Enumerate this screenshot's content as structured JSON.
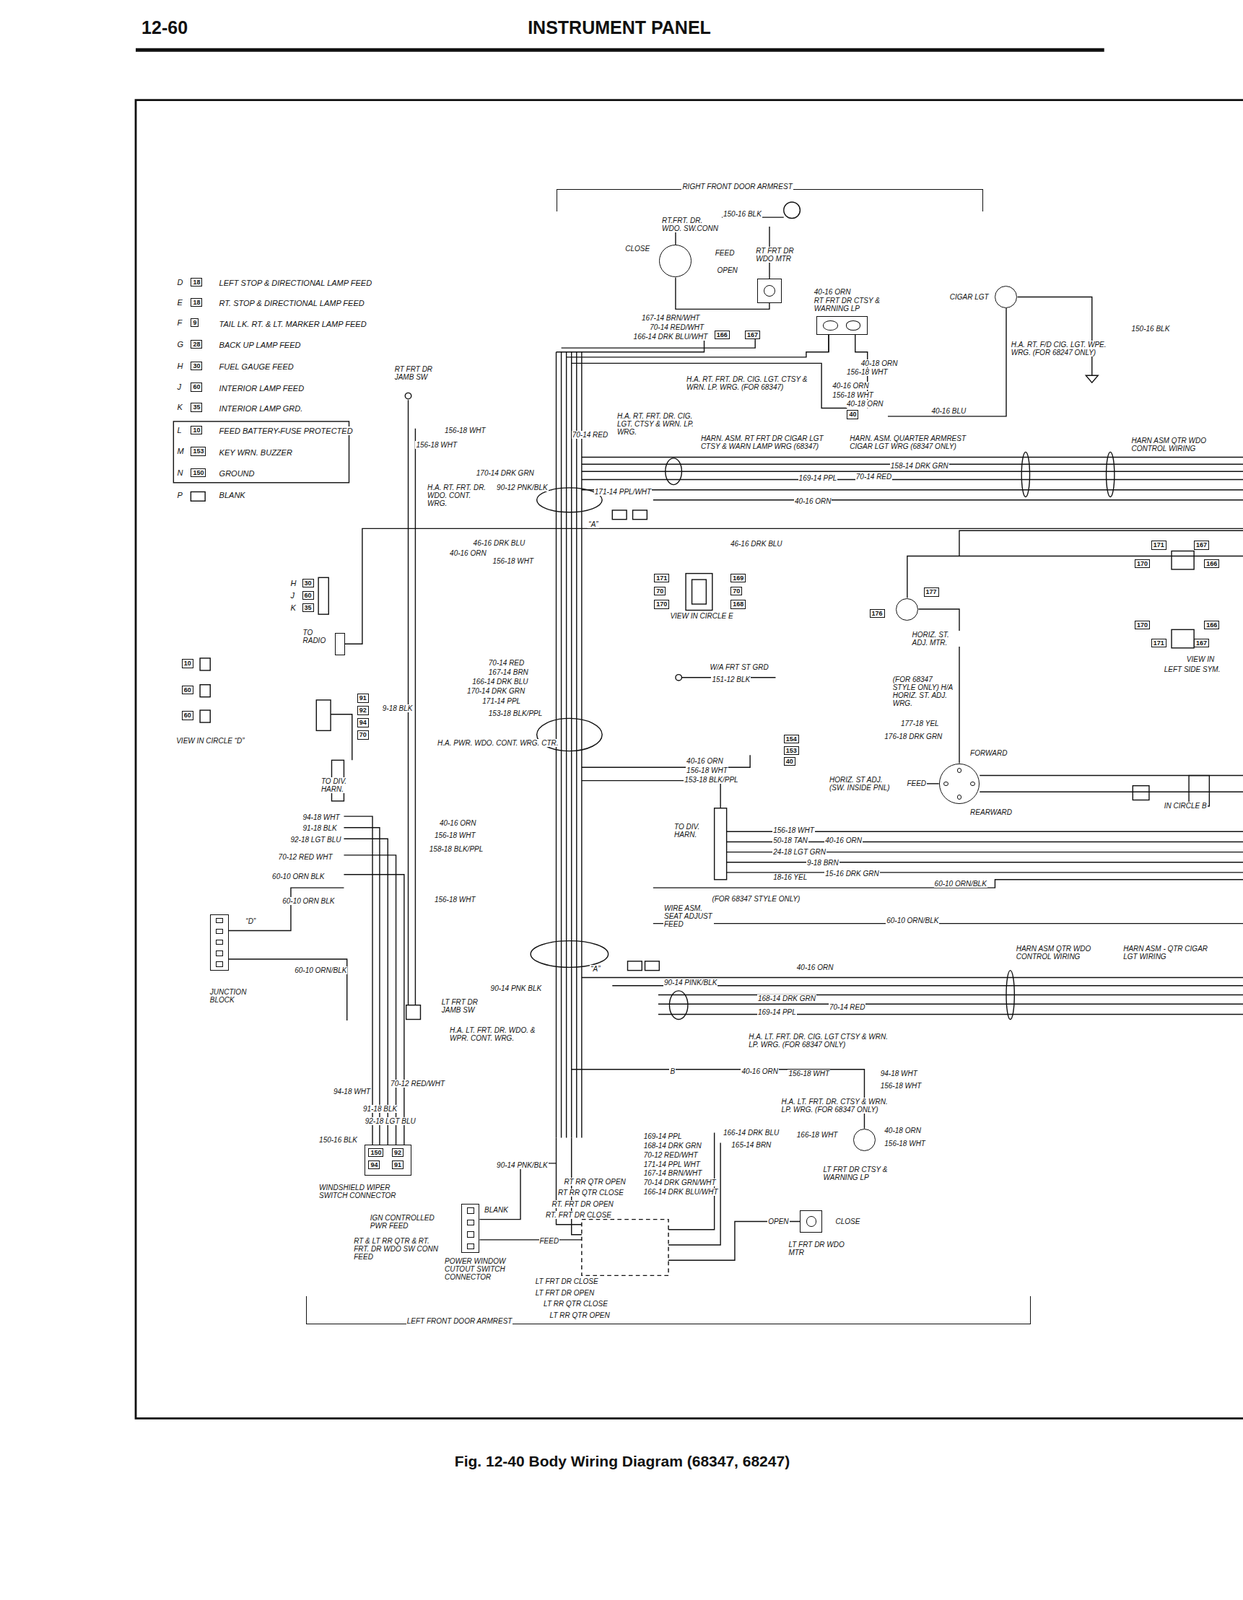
{
  "diagram": {
    "title": "INSTRUMENT PANEL",
    "caption": "Fig. 12-40 Body Wiring Diagram (68347, 68247)",
    "nodes": [
      {
        "text": [
          "RIGHT FRONT DOOR ARMREST"
        ]
      },
      {
        "text": [
          "RT.FRT. DR. WDO. SW.CONN"
        ]
      },
      {
        "text": [
          "RT FRT DR WDO MTR"
        ]
      },
      {
        "text": [
          "RT FRT DR CTSY & WARNING LP"
        ]
      },
      {
        "text": [
          "CIGAR LGT"
        ]
      },
      {
        "text": [
          "TO RADIO"
        ]
      },
      {
        "text": [
          "HORIZ. ST. ADJ. MTR."
        ]
      },
      {
        "text": [
          "HORIZ. ST ADJ. (SW. INSIDE PNL)"
        ]
      },
      {
        "text": [
          "JUNCTION BLOCK"
        ]
      },
      {
        "text": [
          "WINDSHIELD WIPER SWITCH CONNECTOR"
        ]
      },
      {
        "text": [
          "LT FRT DR CTSY & WARNING LP"
        ]
      },
      {
        "text": [
          "LT FRT DR WDO MTR"
        ]
      },
      {
        "text": [
          "POWER WINDOW CUTOUT SWITCH CONNECTOR"
        ]
      },
      {
        "text": [
          "LEFT FRONT DOOR ARMREST"
        ]
      }
    ],
    "edges": [
      {
        "from": 1,
        "to": 2,
        "arrow": "none"
      },
      {
        "from": 6,
        "to": 7,
        "arrow": "none"
      }
    ],
    "labels": [
      "12-60",
      "D",
      "18",
      "LEFT STOP & DIRECTIONAL LAMP FEED",
      "E",
      "18",
      "RT. STOP & DIRECTIONAL LAMP FEED",
      "F",
      "9",
      "TAIL LK. RT. & LT. MARKER LAMP FEED",
      "G",
      "28",
      "BACK UP LAMP FEED",
      "H",
      "30",
      "FUEL GAUGE FEED",
      "J",
      "60",
      "INTERIOR LAMP FEED",
      "K",
      "35",
      "INTERIOR LAMP GRD.",
      "L",
      "10",
      "FEED BATTERY-FUSE PROTECTED",
      "M",
      "153",
      "KEY WRN. BUZZER",
      "N",
      "150",
      "GROUND",
      "P",
      "BLANK",
      "150-16 BLK",
      "CLOSE",
      "FEED",
      "OPEN",
      "167-14 BRN/WHT",
      "70-14 RED/WHT",
      "166-14 DRK BLU/WHT",
      "166",
      "167",
      "40-16 ORN",
      "40-18 ORN",
      "156-18 WHT",
      "40-16 ORN",
      "156-18 WHT",
      "40-18 ORN",
      "150-16 BLK",
      "H.A. RT. F/D CIG. LGT. WPE. WRG. (FOR 68247 ONLY)",
      "40",
      "40-16 BLU",
      "RT FRT DR JAMB SW",
      "156-18 WHT",
      "156-18 WHT",
      "70-14 RED",
      "H.A. RT. FRT. DR. CIG. LGT. CTSY & WRN. LP. WRG. (FOR 68347)",
      "H.A. RT. FRT. DR. CIG. LGT. CTSY & WRN. LP. WRG.",
      "HARN. ASM. RT FRT DR CIGAR LGT CTSY & WARN LAMP WRG (68347)",
      "HARN. ASM. QUARTER ARMREST CIGAR LGT WRG (68347 ONLY)",
      "158-14 DRK GRN",
      "70-14 RED",
      "169-14 PPL",
      "40-16 ORN",
      "HARN ASM QTR WDO CONTROL WIRING",
      "170-14 DRK GRN",
      "90-12 PNK/BLK",
      "H.A. RT. FRT. DR. WDO. CONT. WRG.",
      "171-14 PPL/WHT",
      "“A”",
      "46-16 DRK BLU",
      "40-16 ORN",
      "156-18 WHT",
      "46-16 DRK BLU",
      "171",
      "70",
      "170",
      "169",
      "70",
      "168",
      "VIEW IN CIRCLE E",
      "171",
      "167",
      "170",
      "166",
      "170",
      "166",
      "171",
      "167",
      "VIEW IN",
      "LEFT SIDE SYM.",
      "176",
      "177",
      "H",
      "30",
      "J",
      "60",
      "K",
      "35",
      "10",
      "60",
      "60",
      "VIEW IN CIRCLE “D”",
      "W/A FRT ST GRD",
      "151-12 BLK",
      "(FOR 68347 STYLE ONLY) H/A HORIZ. ST. ADJ. WRG.",
      "177-18 YEL",
      "176-18 DRK GRN",
      "FORWARD",
      "FEED",
      "REARWARD",
      "70-14 RED",
      "167-14 BRN",
      "166-14 DRK BLU",
      "170-14 DRK GRN",
      "171-14 PPL",
      "153-18 BLK/PPL",
      "9-18 BLK",
      "H.A. PWR. WDO. CONT. WRG. CTR.",
      "91",
      "92",
      "94",
      "70",
      "154",
      "153",
      "40",
      "40-16 ORN",
      "156-18 WHT",
      "153-18 BLK/PPL",
      "TO DIV. HARN.",
      "TO DIV. HARN.",
      "156-18 WHT",
      "50-18 TAN",
      "40-16 ORN",
      "24-18 LGT GRN",
      "9-18 BRN",
      "18-16 YEL",
      "15-16 DRK GRN",
      "94-18 WHT",
      "91-18 BLK",
      "92-18 LGT BLU",
      "70-12 RED WHT",
      "60-10 ORN BLK",
      "40-16 ORN",
      "156-18 WHT",
      "158-18 BLK/PPL",
      "60-10 ORN/BLK",
      "(FOR 68347 STYLE ONLY)",
      "WIRE ASM. SEAT ADJUST FEED",
      "60-10 ORN/BLK",
      "156-18 WHT",
      "60-10 ORN BLK",
      "“D”",
      "60-10 ORN/BLK",
      "“A”",
      "40-16 ORN",
      "HARN ASM QTR WDO CONTROL WIRING",
      "HARN ASM - QTR CIGAR LGT WIRING",
      "90-14 PNK BLK",
      "90-14 PINK/BLK",
      "LT FRT DR JAMB SW",
      "168-14 DRK GRN",
      "169-14 PPL",
      "70-14 RED",
      "H.A. LT. FRT. DR. WDO. & WPR. CONT. WRG.",
      "B",
      "H.A. LT. FRT. DR. CIG. LGT CTSY & WRN. LP. WRG. (FOR 68347 ONLY)",
      "40-16 ORN",
      "156-18 WHT",
      "94-18 WHT",
      "156-18 WHT",
      "70-12 RED/WHT",
      "94-18 WHT",
      "91-18 BLK",
      "92-18 LGT BLU",
      "150-16 BLK",
      "150",
      "92",
      "94",
      "91",
      "169-14 PPL",
      "168-14 DRK GRN",
      "70-12 RED/WHT",
      "171-14 PPL WHT",
      "167-14 BRN/WHT",
      "70-14 DRK GRN/WHT",
      "166-14 DRK BLU/WHT",
      "90-14 PNK/BLK",
      "H.A. LT. FRT. DR. CTSY & WRN. LP. WRG. (FOR 68347 ONLY)",
      "166-14 DRK BLU",
      "165-14 BRN",
      "166-18 WHT",
      "40-18 ORN",
      "156-18 WHT",
      "OPEN",
      "CLOSE",
      "BLANK",
      "IGN CONTROLLED PWR FEED",
      "RT & LT RR QTR & RT. FRT. DR WDO SW CONN FEED",
      "RT RR QTR OPEN",
      "RT RR QTR CLOSE",
      "RT. FRT DR OPEN",
      "RT. FRT DR CLOSE",
      "FEED",
      "LT FRT DR CLOSE",
      "LT FRT DR OPEN",
      "LT RR QTR CLOSE",
      "LT RR QTR OPEN",
      "IN CIRCLE B"
    ]
  }
}
